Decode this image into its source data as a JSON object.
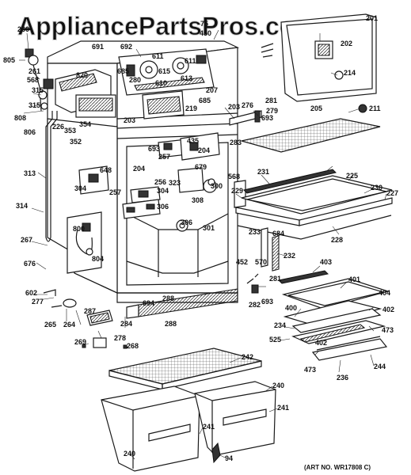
{
  "watermark": "AppliancePartsPros.com",
  "art_number": "(ART NO. WR17808 C)",
  "callouts": [
    {
      "id": "c260",
      "text": "260"
    },
    {
      "id": "c691",
      "text": "691"
    },
    {
      "id": "c692",
      "text": "692"
    },
    {
      "id": "c75",
      "text": "75"
    },
    {
      "id": "c450",
      "text": "450"
    },
    {
      "id": "c201",
      "text": "201"
    },
    {
      "id": "c202",
      "text": "202"
    },
    {
      "id": "c214",
      "text": "214"
    },
    {
      "id": "c805",
      "text": "805"
    },
    {
      "id": "c261",
      "text": "261"
    },
    {
      "id": "c568a",
      "text": "568"
    },
    {
      "id": "c315a",
      "text": "315"
    },
    {
      "id": "c315b",
      "text": "315"
    },
    {
      "id": "c820",
      "text": "820"
    },
    {
      "id": "c610",
      "text": "610"
    },
    {
      "id": "c611a",
      "text": "611"
    },
    {
      "id": "c611b",
      "text": "611"
    },
    {
      "id": "c615",
      "text": "615"
    },
    {
      "id": "c613",
      "text": "613"
    },
    {
      "id": "c280",
      "text": "280"
    },
    {
      "id": "c685a",
      "text": "685"
    },
    {
      "id": "c685b",
      "text": "685"
    },
    {
      "id": "c207",
      "text": "207"
    },
    {
      "id": "c808",
      "text": "808"
    },
    {
      "id": "c806",
      "text": "806"
    },
    {
      "id": "c226",
      "text": "226"
    },
    {
      "id": "c353",
      "text": "353"
    },
    {
      "id": "c354",
      "text": "354"
    },
    {
      "id": "c352",
      "text": "352"
    },
    {
      "id": "c203a",
      "text": "203"
    },
    {
      "id": "c203b",
      "text": "203"
    },
    {
      "id": "c219",
      "text": "219"
    },
    {
      "id": "c276",
      "text": "276"
    },
    {
      "id": "c281a",
      "text": "281"
    },
    {
      "id": "c279",
      "text": "279"
    },
    {
      "id": "c693a",
      "text": "693"
    },
    {
      "id": "c205",
      "text": "205"
    },
    {
      "id": "c211",
      "text": "211"
    },
    {
      "id": "c693b",
      "text": "693"
    },
    {
      "id": "c435",
      "text": "435"
    },
    {
      "id": "c204a",
      "text": "204"
    },
    {
      "id": "c283",
      "text": "283"
    },
    {
      "id": "c257a",
      "text": "257"
    },
    {
      "id": "c313",
      "text": "313"
    },
    {
      "id": "c648",
      "text": "648"
    },
    {
      "id": "c204b",
      "text": "204"
    },
    {
      "id": "c679",
      "text": "679"
    },
    {
      "id": "c568b",
      "text": "568"
    },
    {
      "id": "c231",
      "text": "231"
    },
    {
      "id": "c225",
      "text": "225"
    },
    {
      "id": "c230",
      "text": "230"
    },
    {
      "id": "c227",
      "text": "227"
    },
    {
      "id": "c229",
      "text": "229"
    },
    {
      "id": "c304a",
      "text": "304"
    },
    {
      "id": "c257b",
      "text": "257"
    },
    {
      "id": "c256",
      "text": "256"
    },
    {
      "id": "c323",
      "text": "323"
    },
    {
      "id": "c304b",
      "text": "304"
    },
    {
      "id": "c300",
      "text": "300"
    },
    {
      "id": "c314",
      "text": "314"
    },
    {
      "id": "c308",
      "text": "308"
    },
    {
      "id": "c306a",
      "text": "306"
    },
    {
      "id": "c306b",
      "text": "306"
    },
    {
      "id": "c301",
      "text": "301"
    },
    {
      "id": "c228",
      "text": "228"
    },
    {
      "id": "c800",
      "text": "800"
    },
    {
      "id": "c267",
      "text": "267"
    },
    {
      "id": "c804",
      "text": "804"
    },
    {
      "id": "c233",
      "text": "233"
    },
    {
      "id": "c684",
      "text": "684"
    },
    {
      "id": "c570",
      "text": "570"
    },
    {
      "id": "c232",
      "text": "232"
    },
    {
      "id": "c676",
      "text": "676"
    },
    {
      "id": "c452",
      "text": "452"
    },
    {
      "id": "c281b",
      "text": "281"
    },
    {
      "id": "c403",
      "text": "403"
    },
    {
      "id": "c401",
      "text": "401"
    },
    {
      "id": "c602",
      "text": "602"
    },
    {
      "id": "c277",
      "text": "277"
    },
    {
      "id": "c282",
      "text": "282"
    },
    {
      "id": "c693c",
      "text": "693"
    },
    {
      "id": "c404",
      "text": "404"
    },
    {
      "id": "c400",
      "text": "400"
    },
    {
      "id": "c402a",
      "text": "402"
    },
    {
      "id": "c288a",
      "text": "288"
    },
    {
      "id": "c694",
      "text": "694"
    },
    {
      "id": "c265",
      "text": "265"
    },
    {
      "id": "c264",
      "text": "264"
    },
    {
      "id": "c287",
      "text": "287"
    },
    {
      "id": "c284",
      "text": "284"
    },
    {
      "id": "c288b",
      "text": "288"
    },
    {
      "id": "c234",
      "text": "234"
    },
    {
      "id": "c473a",
      "text": "473"
    },
    {
      "id": "c402b",
      "text": "402"
    },
    {
      "id": "c525",
      "text": "525"
    },
    {
      "id": "c269",
      "text": "269"
    },
    {
      "id": "c278",
      "text": "278"
    },
    {
      "id": "c268",
      "text": "268"
    },
    {
      "id": "c473b",
      "text": "473"
    },
    {
      "id": "c244",
      "text": "244"
    },
    {
      "id": "c236",
      "text": "236"
    },
    {
      "id": "c242",
      "text": "242"
    },
    {
      "id": "c240a",
      "text": "240"
    },
    {
      "id": "c241a",
      "text": "241"
    },
    {
      "id": "c241b",
      "text": "241"
    },
    {
      "id": "c240b",
      "text": "240"
    },
    {
      "id": "c94",
      "text": "94"
    }
  ]
}
